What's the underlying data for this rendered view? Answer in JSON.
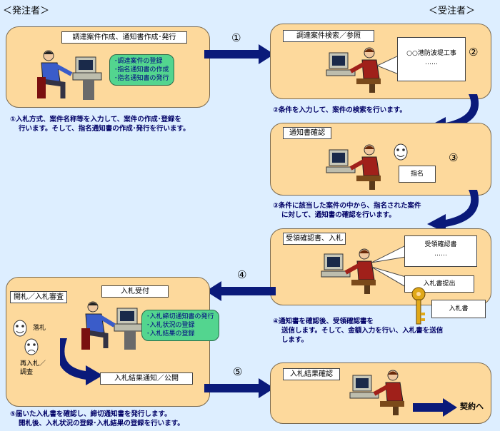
{
  "headings": {
    "orderer": "＜発注者＞",
    "contractor": "＜受注者＞"
  },
  "steps": {
    "s1": {
      "number": "①",
      "label": "調達案件作成、通知書作成･発行",
      "bubble": [
        "･調達案件の登録",
        "･指名通知書の作成",
        "･指名通知書の発行"
      ],
      "desc": [
        "①入札方式、案件名称等を入力して、案件の作成･登録を",
        "行います。そして、指名通知書の作成･発行を行います。"
      ]
    },
    "s2": {
      "number": "②",
      "label": "調達案件検索／参照",
      "doc_title": "○○港防波堤工事",
      "doc_dots": "……",
      "desc": [
        "②条件を入力して、案件の検索を行います。"
      ]
    },
    "s3": {
      "number": "③",
      "label": "通知書確認",
      "doc": "指名",
      "desc": [
        "③条件に該当した案件の中から、指名された案件",
        "に対して、通知書の確認を行います。"
      ]
    },
    "s4": {
      "number": "④",
      "label": "受領確認書、入札",
      "doc1_title": "受領確認書",
      "doc1_dots": "……",
      "doc2": "入札書提出",
      "doc3": "入札書",
      "desc": [
        "④通知書を確認後、受領確認書を",
        "送信します。そして、金額入力を行い、入札書を送信",
        "します。"
      ]
    },
    "s5": {
      "number": "⑤",
      "label_receive": "入札受付",
      "label_open": "開札／入札審査",
      "bubble": [
        "･入札締切通知書の発行",
        "･入札状況の登録",
        "･入札結果の登録"
      ],
      "rakusatsu": "落札",
      "re_bid": [
        "再入札／",
        "調査"
      ],
      "label_notice": "入札結果通知／公開",
      "desc": [
        "⑤届いた入札書を確認し、締切通知書を発行します。",
        "開札後、入札状況の登録･入札結果の登録を行います。"
      ]
    },
    "s6": {
      "label": "入札結果確認",
      "contract": "契約へ"
    }
  },
  "colors": {
    "background": "#ddeeff",
    "panel": "#fdd99c",
    "arrow": "#0a1a7a",
    "bubble": "#53d58f"
  }
}
